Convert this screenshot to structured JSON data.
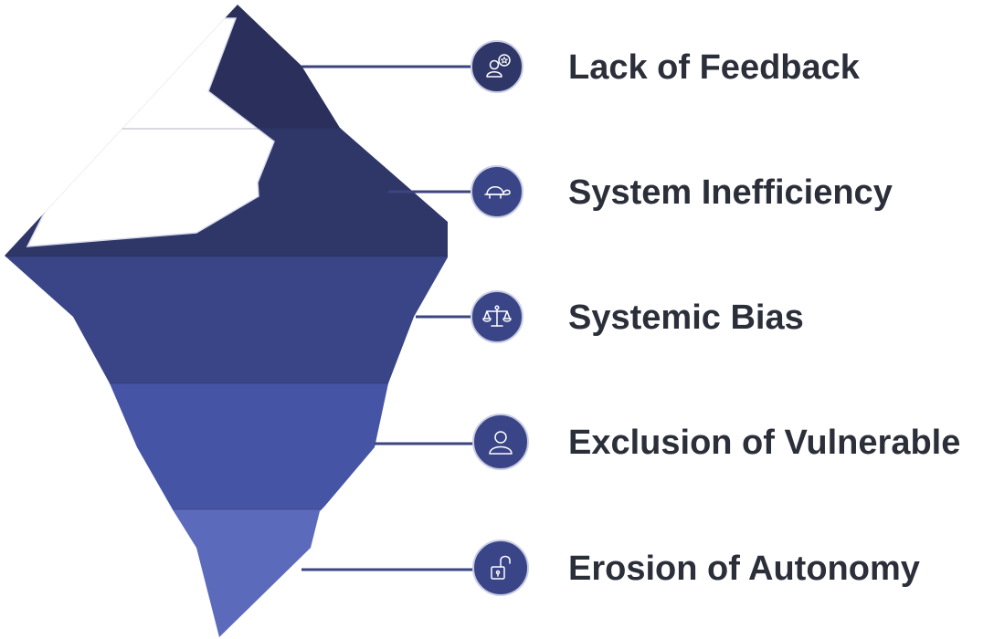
{
  "diagram": {
    "type": "iceberg",
    "colors": {
      "layers": [
        "#2a2f5b",
        "#2f3668",
        "#3a4587",
        "#4654a6",
        "#5c6abb"
      ],
      "snow": "#ffffff",
      "outline": "#2a2f5b",
      "connector": "#3c4580",
      "text": "#2b2f3a"
    },
    "items": [
      {
        "label": "Lack of Feedback",
        "icon": "feedback-user-star-icon"
      },
      {
        "label": "System Inefficiency",
        "icon": "turtle-icon"
      },
      {
        "label": "Systemic Bias",
        "icon": "balance-scale-icon"
      },
      {
        "label": "Exclusion of Vulnerable",
        "icon": "user-icon"
      },
      {
        "label": "Erosion of Autonomy",
        "icon": "unlocked-padlock-icon"
      }
    ]
  }
}
